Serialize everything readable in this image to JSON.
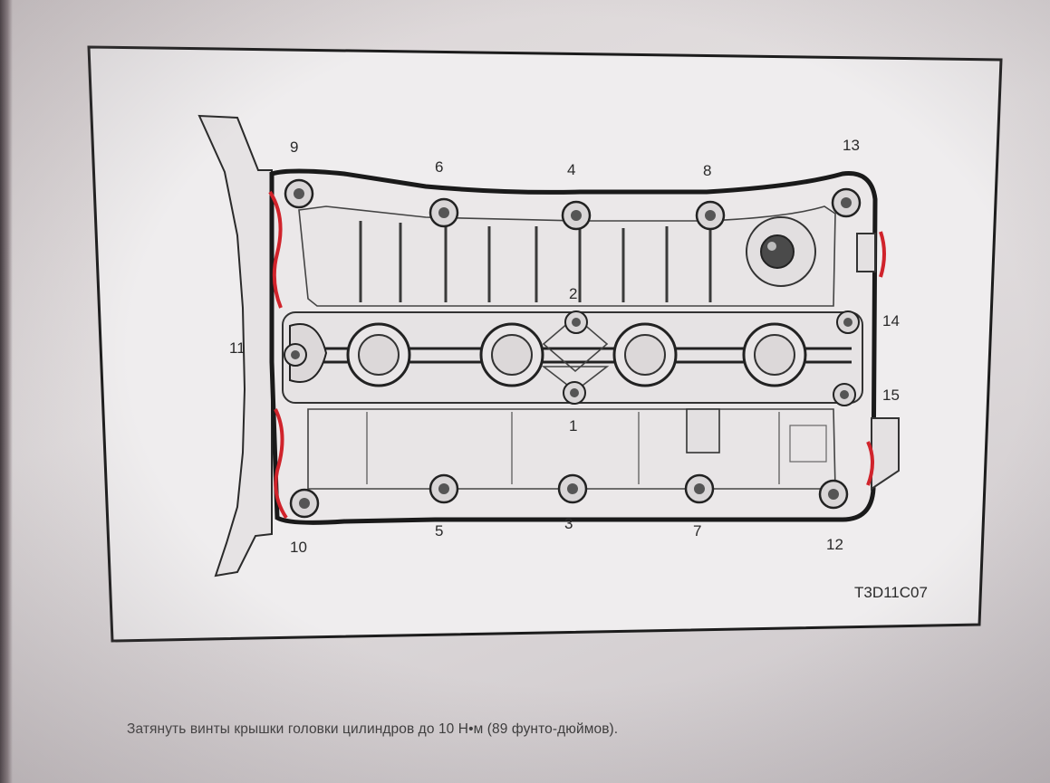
{
  "figure_id": "T3D11C07",
  "caption": "Затянуть винты крышки головки цилиндров до 10 Н•м (89 фунто-дюймов).",
  "bolt_labels": [
    "1",
    "2",
    "3",
    "4",
    "5",
    "6",
    "7",
    "8",
    "9",
    "10",
    "11",
    "12",
    "13",
    "14",
    "15"
  ],
  "highlight_color": "#d0232b"
}
